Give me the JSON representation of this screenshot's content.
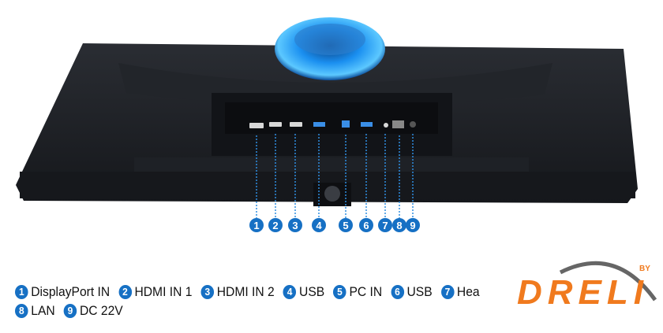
{
  "colors": {
    "marker": "#1670c4",
    "ring": "#2aa6ff",
    "body": "#1c1f24",
    "logo_orange": "#f07a1e",
    "logo_gray": "#666666"
  },
  "markers": [
    "1",
    "2",
    "3",
    "4",
    "5",
    "6",
    "7",
    "8",
    "9"
  ],
  "legend": [
    {
      "num": "1",
      "label": "DisplayPort IN"
    },
    {
      "num": "2",
      "label": "HDMI IN 1"
    },
    {
      "num": "3",
      "label": "HDMI IN 2"
    },
    {
      "num": "4",
      "label": "USB"
    },
    {
      "num": "5",
      "label": "PC IN"
    },
    {
      "num": "6",
      "label": "USB"
    },
    {
      "num": "7",
      "label": "Hea"
    },
    {
      "num": "8",
      "label": "LAN"
    },
    {
      "num": "9",
      "label": "DC 22V"
    }
  ],
  "logo": {
    "text": "DRELI",
    "by": "BY"
  }
}
